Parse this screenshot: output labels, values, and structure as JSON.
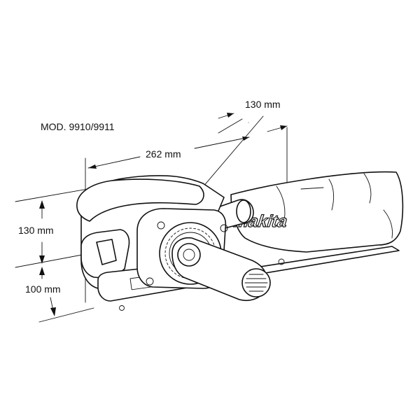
{
  "model_label": "MOD.  9910/9911",
  "dimensions": {
    "length": "262 mm",
    "width": "130 mm",
    "height": "130 mm",
    "depth": "100 mm"
  },
  "brand_logo": "makita",
  "colors": {
    "line": "#111111",
    "background": "#ffffff"
  }
}
